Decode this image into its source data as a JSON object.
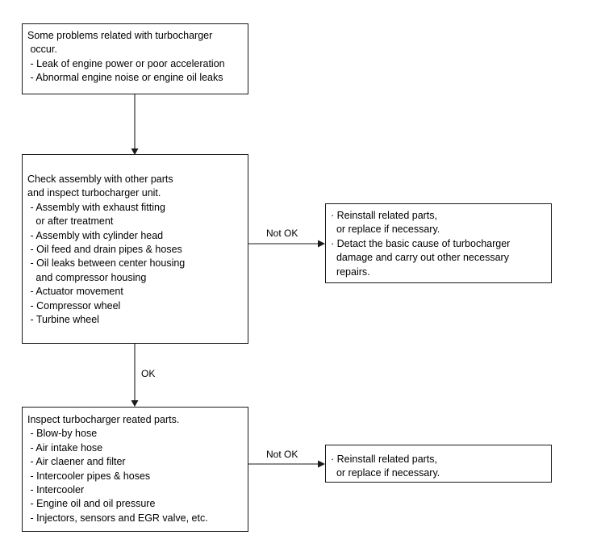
{
  "diagram": {
    "title": "Turbocharger troubleshooting flowchart",
    "line_color": "#1a1a1a",
    "background": "#ffffff",
    "nodes": {
      "symptom": {
        "name": "symptom-box",
        "lines": [
          "Some problems related with turbocharger",
          " occur.",
          " - Leak of engine power or poor acceleration",
          " - Abnormal engine noise or engine oil leaks"
        ]
      },
      "check_unit": {
        "name": "check-turbocharger-unit-box",
        "lines": [
          "Check assembly with other parts",
          "and inspect turbocharger unit.",
          " - Assembly with exhaust fitting",
          "   or after treatment",
          " - Assembly with cylinder head",
          " - Oil feed and drain pipes & hoses",
          " - Oil leaks between center housing",
          "   and compressor housing",
          " - Actuator movement",
          " - Compressor wheel",
          " - Turbine wheel"
        ]
      },
      "repair_unit": {
        "name": "repair-unit-box",
        "lines": [
          "· Reinstall related parts,",
          "  or replace if necessary.",
          "· Detact the basic cause of turbocharger",
          "  damage and carry out other necessary",
          "  repairs."
        ]
      },
      "check_related": {
        "name": "inspect-related-parts-box",
        "lines": [
          "Inspect turbocharger reated parts.",
          " - Blow-by hose",
          " - Air intake hose",
          " - Air claener and filter",
          " - Intercooler pipes & hoses",
          " - Intercooler",
          " - Engine oil and oil pressure",
          " - Injectors, sensors and EGR valve, etc."
        ]
      },
      "repair_related": {
        "name": "repair-related-parts-box",
        "lines": [
          "· Reinstall related parts,",
          "  or replace if necessary."
        ]
      }
    },
    "edges": {
      "symptom_to_check": {
        "name": "arrow-symptom-to-check",
        "label": ""
      },
      "check_to_repair_unit": {
        "name": "arrow-check-to-repair-unit",
        "label": "Not OK"
      },
      "check_to_related": {
        "name": "arrow-check-to-related",
        "label": "OK"
      },
      "related_to_repair": {
        "name": "arrow-related-to-repair",
        "label": "Not OK"
      }
    }
  }
}
